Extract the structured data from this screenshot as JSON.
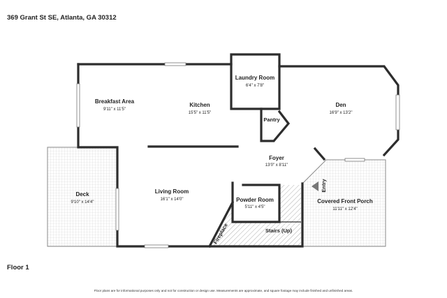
{
  "header": {
    "address": "369 Grant St SE, Atlanta, GA 30312"
  },
  "footer": {
    "floor_label": "Floor 1",
    "disclaimer": "Floor plans are for informational purposes only and not for construction or design use. Measurements are approximate, and square footage may include finished and unfinished areas."
  },
  "rooms": {
    "breakfast": {
      "name": "Breakfast Area",
      "dims": "9'11\" x 11'5\""
    },
    "kitchen": {
      "name": "Kitchen",
      "dims": "15'5\" x 11'5\""
    },
    "laundry": {
      "name": "Laundry Room",
      "dims": "6'4\" x 7'8\""
    },
    "den": {
      "name": "Den",
      "dims": "16'9\" x 13'2\""
    },
    "pantry": {
      "name": "Pantry"
    },
    "foyer": {
      "name": "Foyer",
      "dims": "13'0\" x 8'11\""
    },
    "deck": {
      "name": "Deck",
      "dims": "9'10\" x 14'4\""
    },
    "living": {
      "name": "Living Room",
      "dims": "16'1\" x 14'0\""
    },
    "powder": {
      "name": "Powder Room",
      "dims": "5'11\" x 4'5\""
    },
    "porch": {
      "name": "Covered Front Porch",
      "dims": "11'11\" x 12'4\""
    },
    "stairs": {
      "name": "Stairs (Up)"
    },
    "fireplace": {
      "name": "Fireplace"
    },
    "entry": {
      "name": "Entry"
    }
  }
}
